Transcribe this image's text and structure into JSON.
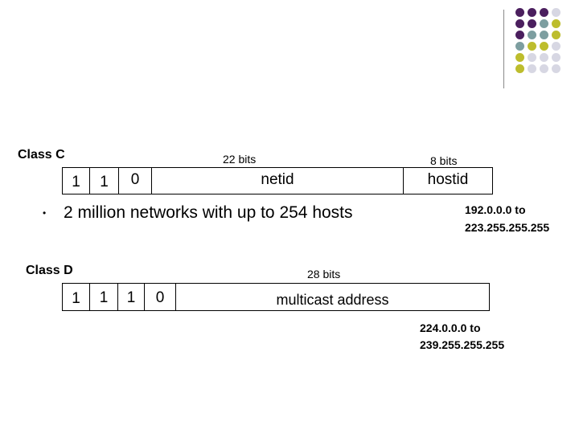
{
  "decoration": {
    "colors": [
      "#4b1f5e",
      "#7d9ea0",
      "#bdbd2d",
      "#d7d7e3"
    ]
  },
  "class_c": {
    "title": "Class C",
    "netid_bits": "22 bits",
    "hostid_bits": "8 bits",
    "prefix_bits": [
      "1",
      "1",
      "0"
    ],
    "netid_label": "netid",
    "hostid_label": "hostid",
    "bullet": "2 million networks with up to 254 hosts",
    "range_line1": "192.0.0.0 to",
    "range_line2": "223.255.255.255"
  },
  "class_d": {
    "title": "Class D",
    "addr_bits": "28 bits",
    "prefix_bits": [
      "1",
      "1",
      "1",
      "0"
    ],
    "addr_label": "multicast address",
    "range_line1": "224.0.0.0 to",
    "range_line2": "239.255.255.255"
  }
}
